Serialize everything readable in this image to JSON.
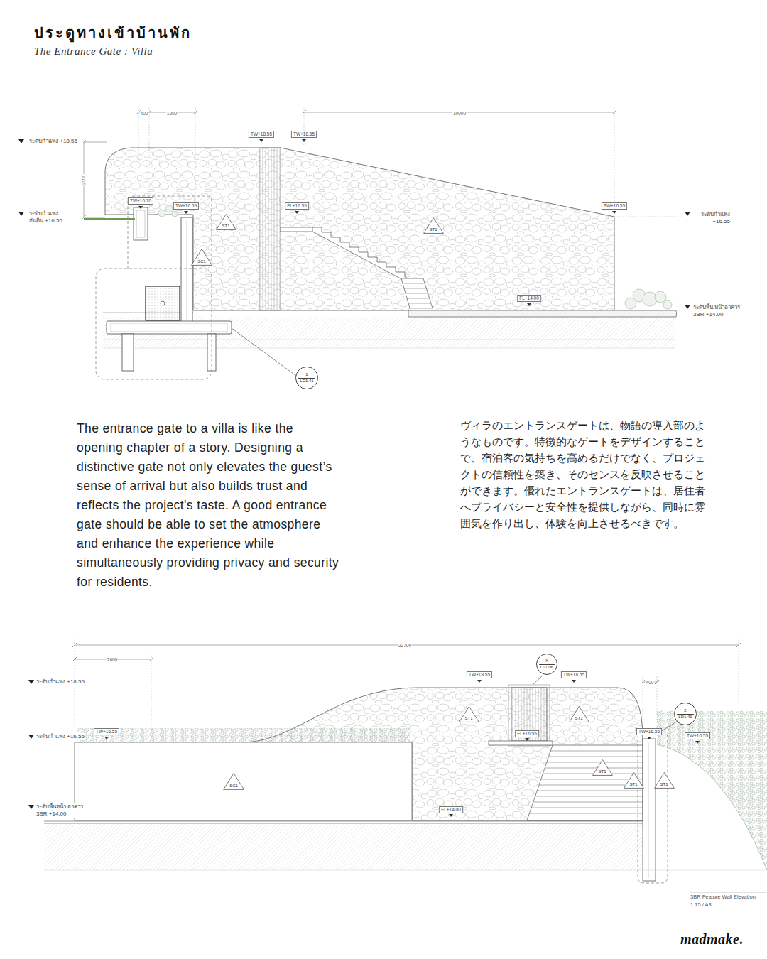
{
  "diagram": {
    "title": "ประตูทางเข้าบ้านพัก",
    "nodes": [
      {
        "text": [
          "ST1"
        ]
      },
      {
        "text": [
          "ST1"
        ]
      },
      {
        "text": [
          "SC1"
        ]
      },
      {
        "text": [
          "1",
          "LD1.41"
        ]
      },
      {
        "text": [
          "X",
          "L07.06"
        ]
      },
      {
        "text": [
          "2",
          "LD1.41"
        ]
      },
      {
        "text": [
          "ST1"
        ]
      },
      {
        "text": [
          "ST1"
        ]
      },
      {
        "text": [
          "ST1"
        ]
      },
      {
        "text": [
          "ST1"
        ]
      },
      {
        "text": [
          "ST1"
        ]
      },
      {
        "text": [
          "SC1"
        ]
      }
    ],
    "labels": [
      "The Entrance Gate : Villa",
      "The entrance gate to a villa is like the opening chapter of a story. Designing a distinctive gate not only elevates the guest’s sense of arrival but also builds trust and reflects the project's taste. A good entrance gate should be able to set the atmosphere and enhance the experience while simultaneously providing privacy and security for residents.",
      "ヴィラのエントランスゲートは、物語の導入部のようなものです。特徴的なゲートをデザインすることで、宿泊客の気持ちを高めるだけでなく、プロジェクトの信頼性を築き、そのセンスを反映させることができます。優れたエントランスゲートは、居住者へプライバシーと安全性を提供しながら、同時に雰囲気を作り出し、体験を向上させるべきです。",
      "madmake.",
      "400",
      "1200",
      "10000",
      "2000",
      "ระดับกำแพง +18.55",
      "ระดับกำแพง กันดิน +16.55",
      "TW+18.55",
      "TW+18.55",
      "TW+16.70",
      "TW+16.55",
      "FL+16.55",
      "TW+16.55",
      "FL+14.00",
      "ระดับกำแพง +16.55",
      "ระดับพื้น หน้าอาคาร 3BR +14.00",
      "22700",
      "2600",
      "400",
      "ระดับกำแพง +18.55",
      "ระดับกำแพง +16.55",
      "ระดับพื้นหน้า อาคาร 3BR +14.00",
      "TW+16.55",
      "TW+18.55",
      "TW+18.55",
      "FL+16.55",
      "FL+14.00",
      "TW+16.55",
      "TW+16.55",
      "3BR Feature Wall Elevation",
      "1:75 / A3"
    ]
  }
}
